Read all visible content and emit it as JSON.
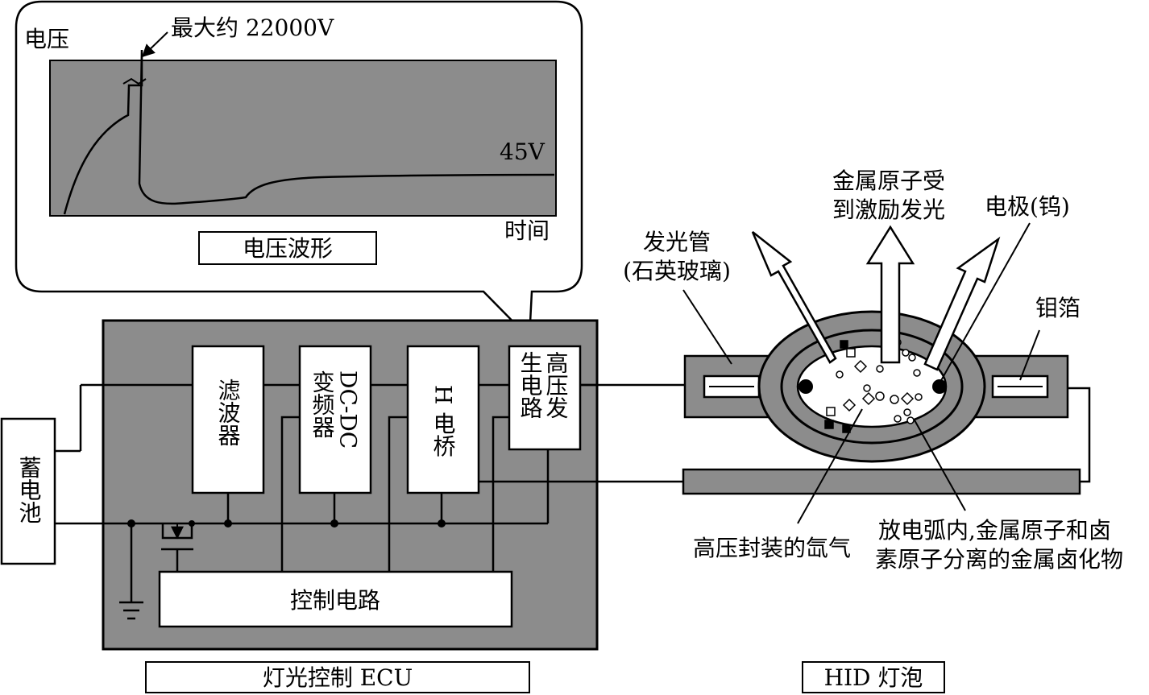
{
  "waveform": {
    "y_axis": "电压",
    "x_axis": "时间",
    "peak_note": "最大约 22000V",
    "steady_value": "45V",
    "caption": "电压波形"
  },
  "ecu": {
    "caption": "灯光控制 ECU",
    "battery": "蓄电池",
    "filter": "滤波器",
    "dcdc_line1": "DC-DC",
    "dcdc_line2": "变频器",
    "hbridge": "H 电桥",
    "hv_line1": "高压发",
    "hv_line2": "生电路",
    "control": "控制电路"
  },
  "bulb": {
    "caption": "HID 灯泡",
    "tube_line1": "发光管",
    "tube_line2": "(石英玻璃)",
    "excite_line1": "金属原子受",
    "excite_line2": "到激励发光",
    "electrode": "电极(钨)",
    "foil": "钼箔",
    "xenon": "高压封装的氙气",
    "halide_line1": "放电弧内,金属原子和卤",
    "halide_line2": "素原子分离的金属卤化物"
  },
  "colors": {
    "panel": "#8c8c8c",
    "line": "#000000",
    "box": "#ffffff"
  }
}
